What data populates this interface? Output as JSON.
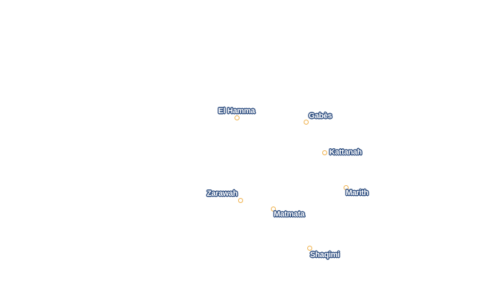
{
  "map": {
    "marker_color": "#f0b14a",
    "label_color": "#ffffff",
    "label_halo_color": "#2e4e80",
    "places": [
      {
        "id": "el-hamma",
        "name": "El Hamma"
      },
      {
        "id": "gabes",
        "name": "Gabès"
      },
      {
        "id": "kattanah",
        "name": "Kattanah"
      },
      {
        "id": "marith",
        "name": "Marith"
      },
      {
        "id": "zarawah",
        "name": "Zarawah"
      },
      {
        "id": "matmata",
        "name": "Matmata"
      },
      {
        "id": "shaqimi",
        "name": "Shaqimi"
      }
    ]
  }
}
